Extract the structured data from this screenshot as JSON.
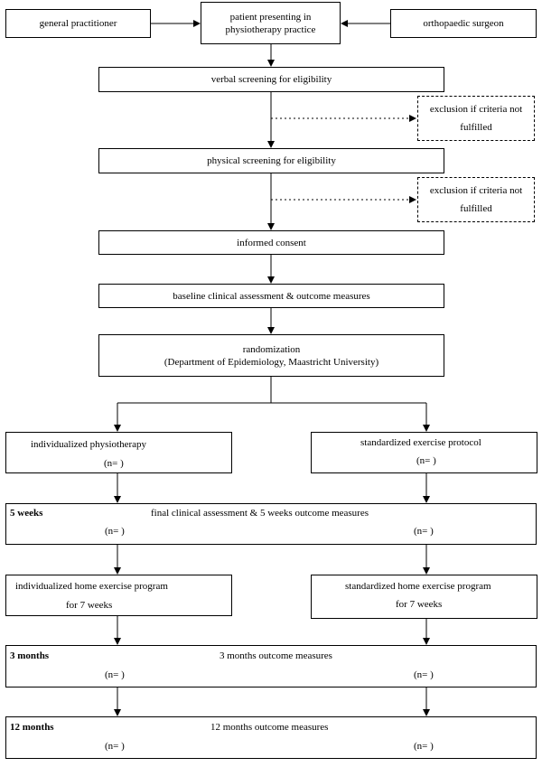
{
  "top": {
    "left_source": "general practitioner",
    "center_line1": "patient presenting in",
    "center_line2": "physiotherapy practice",
    "right_source": "orthopaedic surgeon"
  },
  "verbal_screening": "verbal screening for eligibility",
  "exclusion_1": {
    "line1": "exclusion if criteria not",
    "line2": "fulfilled"
  },
  "physical_screening": "physical screening for eligibility",
  "exclusion_2": {
    "line1": "exclusion if criteria not",
    "line2": "fulfilled"
  },
  "informed_consent": "informed consent",
  "baseline": "baseline clinical assessment & outcome measures",
  "randomization": {
    "line1": "randomization",
    "line2": "(Department of Epidemiology, Maastricht University)"
  },
  "arm_left": {
    "label": "individualized physiotherapy",
    "n": "(n= )"
  },
  "arm_right": {
    "label": "standardized exercise protocol",
    "n": "(n= )"
  },
  "week5": {
    "timepoint": "5 weeks",
    "title": "final clinical assessment & 5 weeks outcome measures",
    "n_left": "(n= )",
    "n_right": "(n= )"
  },
  "home_left": {
    "line1": "individualized home exercise program",
    "line2": "for 7 weeks"
  },
  "home_right": {
    "line1": "standardized home exercise program",
    "line2": "for 7 weeks"
  },
  "month3": {
    "timepoint": "3 months",
    "title": "3 months outcome measures",
    "n_left": "(n= )",
    "n_right": "(n= )"
  },
  "month12": {
    "timepoint": "12 months",
    "title": "12 months outcome measures",
    "n_left": "(n= )",
    "n_right": "(n= )"
  }
}
